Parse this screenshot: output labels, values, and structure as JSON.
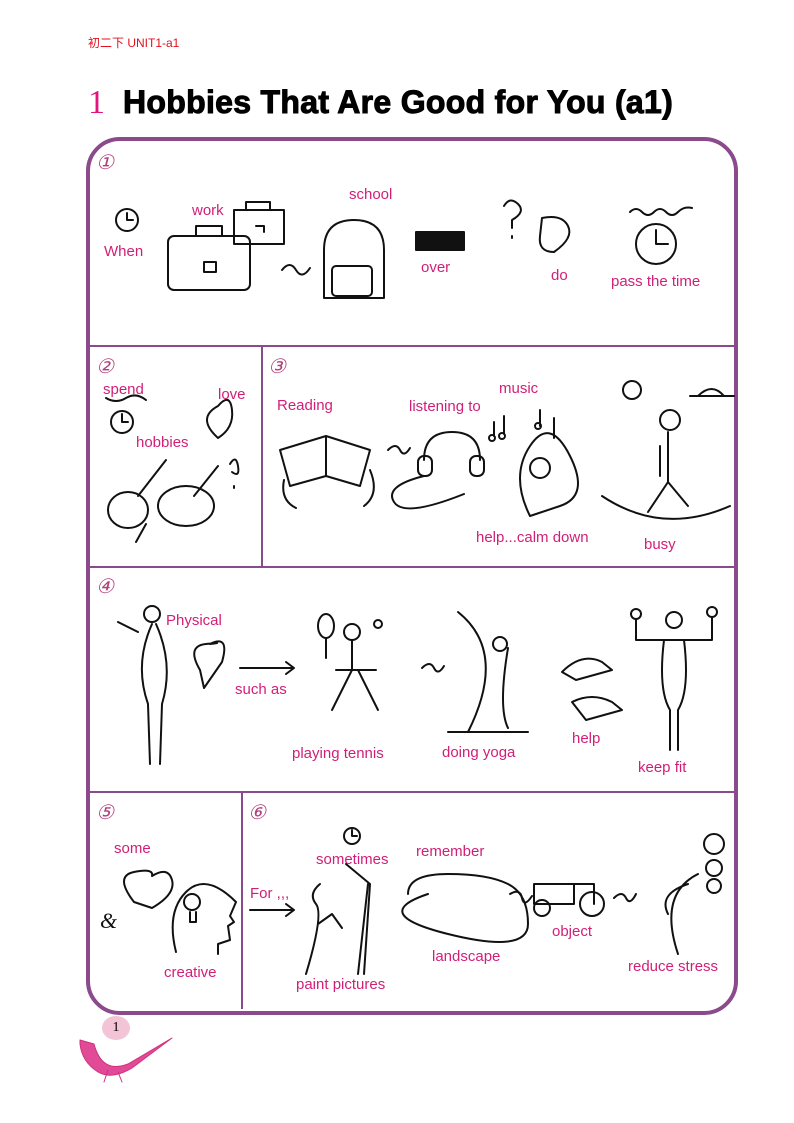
{
  "header": "初二下  UNIT1-a1",
  "title_number": "1",
  "title": "Hobbies That Are Good for You (a1)",
  "sections": {
    "s1": {
      "number": "①",
      "labels": {
        "when": "When",
        "work": "work",
        "school": "school",
        "over": "over",
        "do": "do",
        "pass_time": "pass the time"
      }
    },
    "s2": {
      "number": "②",
      "labels": {
        "spend": "spend",
        "love": "love",
        "hobbies": "hobbies"
      }
    },
    "s3": {
      "number": "③",
      "labels": {
        "reading": "Reading",
        "listening": "listening to",
        "music": "music",
        "help_calm": "help...calm down",
        "busy": "busy"
      }
    },
    "s4": {
      "number": "④",
      "labels": {
        "physical": "Physical",
        "such_as": "such as",
        "tennis": "playing tennis",
        "yoga": "doing yoga",
        "help": "help",
        "keep_fit": "keep fit"
      }
    },
    "s5": {
      "number": "⑤",
      "labels": {
        "some": "some",
        "amp": "&",
        "creative": "creative"
      }
    },
    "s6": {
      "number": "⑥",
      "labels": {
        "for": "For ,,,",
        "sometimes": "sometimes",
        "remember": "remember",
        "landscape": "landscape",
        "object": "object",
        "paint": "paint pictures",
        "reduce_stress": "reduce stress"
      }
    }
  },
  "page_number": "1"
}
